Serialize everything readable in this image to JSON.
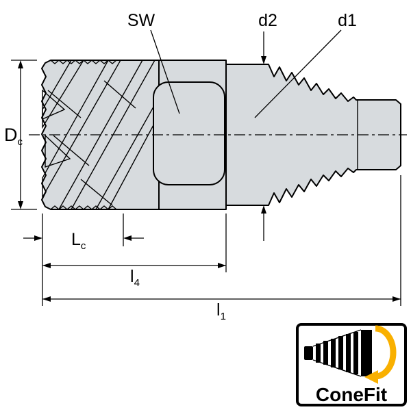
{
  "drawing": {
    "labels": {
      "sw": "SW",
      "d2": "d2",
      "d1": "d1",
      "dc_base": "D",
      "dc_sub": "c",
      "lc_base": "L",
      "lc_sub": "c",
      "l4_base": "l",
      "l4_sub": "4",
      "l1_base": "l",
      "l1_sub": "1"
    }
  },
  "logo": {
    "text": "ConeFit"
  },
  "colors": {
    "body_fill": "#d7dbde",
    "band_fill": "#c8ced2",
    "facet_fill": "#b9c1c6",
    "line": "#000000",
    "accent_yellow": "#f9b000",
    "logo_text": "#123d70"
  }
}
